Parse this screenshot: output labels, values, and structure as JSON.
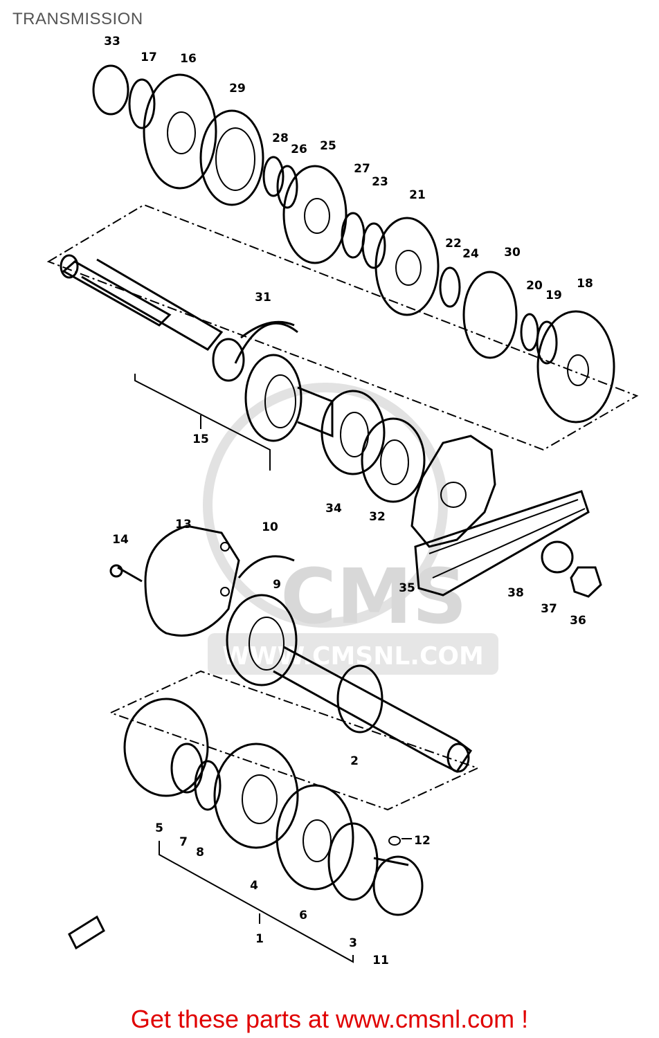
{
  "header": {
    "title": "TRANSMISSION"
  },
  "watermark": {
    "brand": "CMS",
    "site": "WWW.CMSNL.COM"
  },
  "callouts": [
    {
      "id": "33",
      "label": "33"
    },
    {
      "id": "17",
      "label": "17"
    },
    {
      "id": "16",
      "label": "16"
    },
    {
      "id": "29",
      "label": "29"
    },
    {
      "id": "28",
      "label": "28"
    },
    {
      "id": "26",
      "label": "26"
    },
    {
      "id": "25",
      "label": "25"
    },
    {
      "id": "27",
      "label": "27"
    },
    {
      "id": "23",
      "label": "23"
    },
    {
      "id": "21",
      "label": "21"
    },
    {
      "id": "22",
      "label": "22"
    },
    {
      "id": "24",
      "label": "24"
    },
    {
      "id": "30",
      "label": "30"
    },
    {
      "id": "20",
      "label": "20"
    },
    {
      "id": "19",
      "label": "19"
    },
    {
      "id": "18",
      "label": "18"
    },
    {
      "id": "31",
      "label": "31"
    },
    {
      "id": "15",
      "label": "15"
    },
    {
      "id": "34",
      "label": "34"
    },
    {
      "id": "32",
      "label": "32"
    },
    {
      "id": "35",
      "label": "35"
    },
    {
      "id": "38",
      "label": "38"
    },
    {
      "id": "37",
      "label": "37"
    },
    {
      "id": "36",
      "label": "36"
    },
    {
      "id": "13",
      "label": "13"
    },
    {
      "id": "14",
      "label": "14"
    },
    {
      "id": "10",
      "label": "10"
    },
    {
      "id": "9",
      "label": "9"
    },
    {
      "id": "2",
      "label": "2"
    },
    {
      "id": "5",
      "label": "5"
    },
    {
      "id": "7",
      "label": "7"
    },
    {
      "id": "8",
      "label": "8"
    },
    {
      "id": "4",
      "label": "4"
    },
    {
      "id": "6",
      "label": "6"
    },
    {
      "id": "12",
      "label": "12"
    },
    {
      "id": "3",
      "label": "3"
    },
    {
      "id": "11",
      "label": "11"
    },
    {
      "id": "1",
      "label": "1"
    }
  ],
  "footer": {
    "text": "Get these parts at www.cmsnl.com !"
  }
}
